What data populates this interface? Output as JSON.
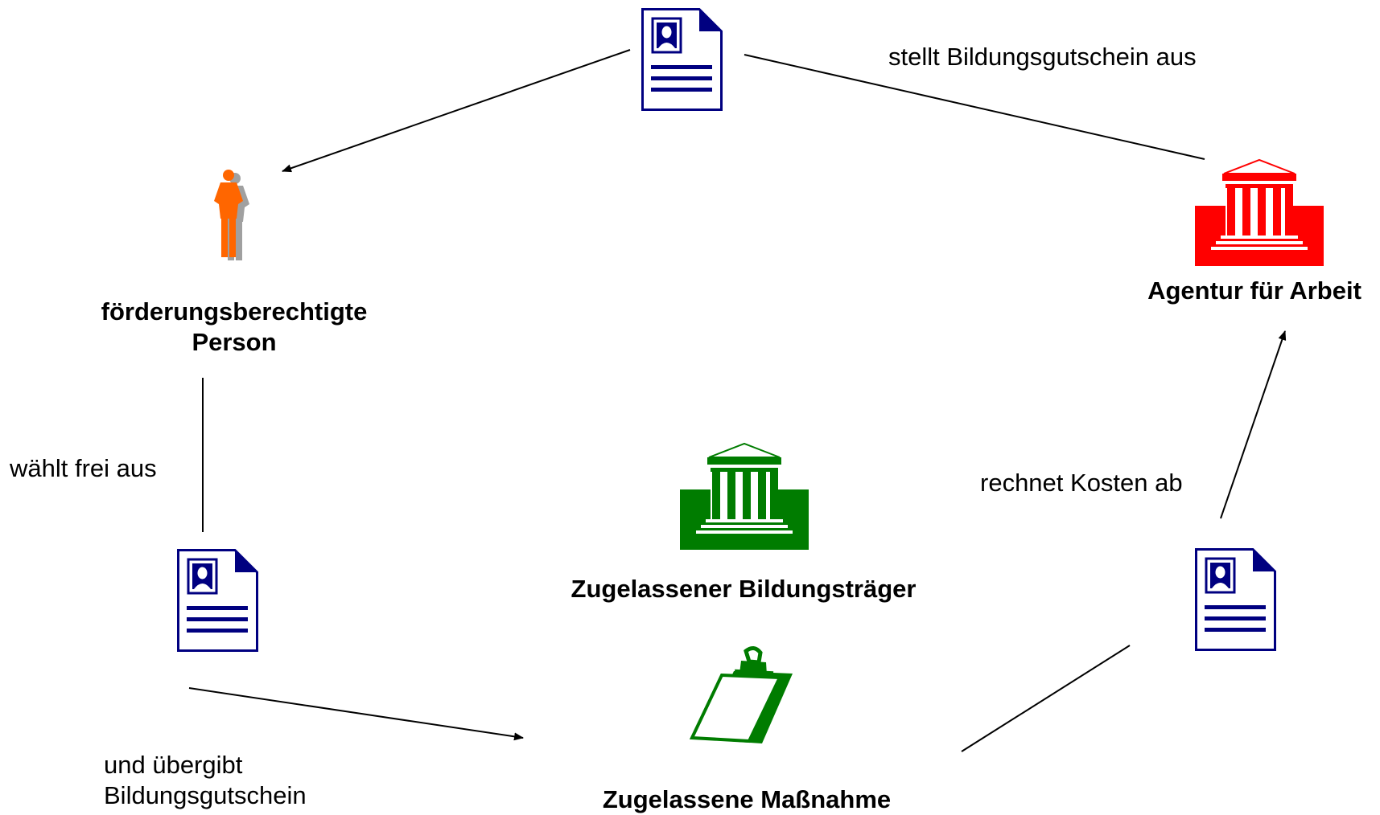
{
  "colors": {
    "document": "#000080",
    "person": "#ff6600",
    "person_shadow": "#a0a0a0",
    "agency": "#ff0000",
    "training_provider": "#007c00",
    "measure": "#007c00",
    "line": "#000000"
  },
  "icons": {
    "voucher_top": "document-portrait-icon",
    "voucher_left": "document-portrait-icon",
    "voucher_right": "document-portrait-icon",
    "person": "person-icon",
    "agency": "building-icon",
    "training_provider": "building-icon",
    "measure": "clipboard-icon"
  },
  "nodes": {
    "person": {
      "line1": "förderungsberechtigte",
      "line2": "Person"
    },
    "agency": {
      "label": "Agentur für Arbeit"
    },
    "training_provider": {
      "label": "Zugelassener Bildungsträger"
    },
    "measure": {
      "label": "Zugelassene Maßnahme"
    }
  },
  "edges": {
    "issue_voucher": "stellt Bildungsgutschein aus",
    "choose_freely": "wählt frei aus",
    "hand_over_line1": "und übergibt",
    "hand_over_line2": "Bildungsgutschein",
    "settle_costs": "rechnet Kosten ab"
  }
}
